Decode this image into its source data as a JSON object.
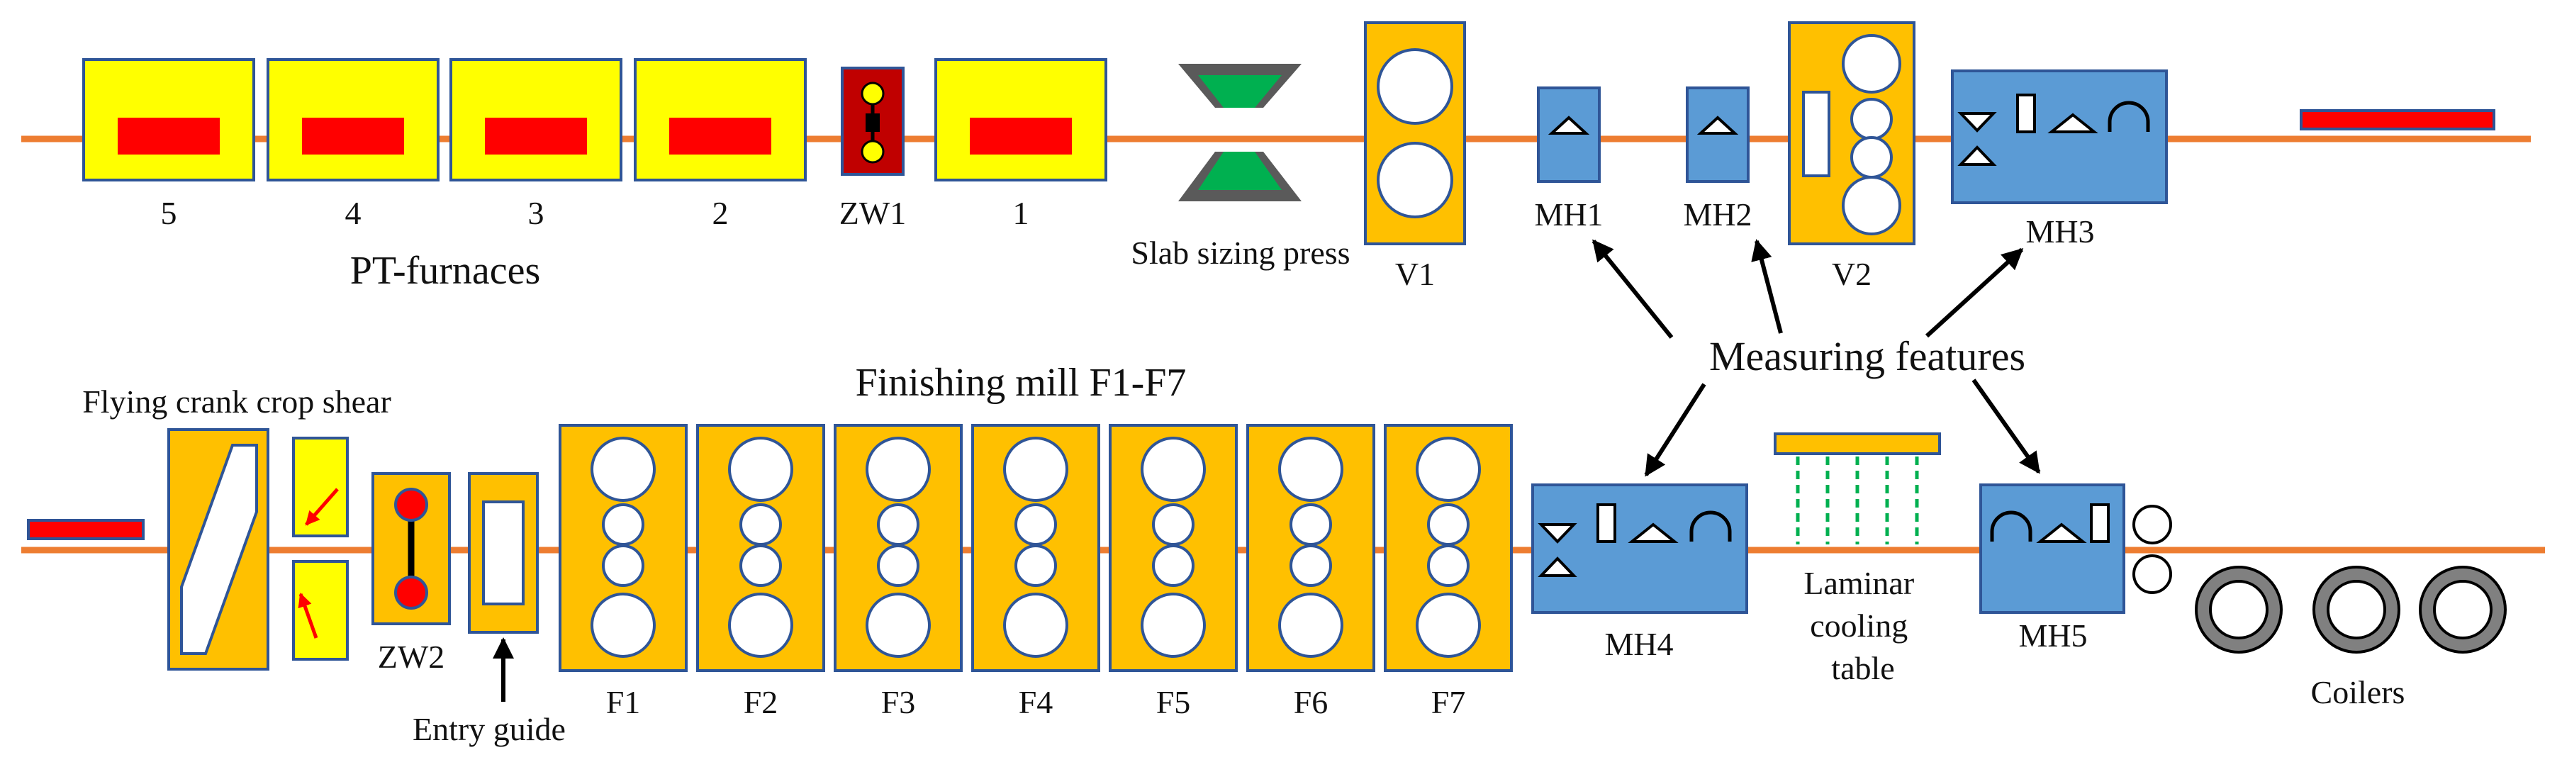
{
  "colors": {
    "line": "#ED7D31",
    "furnace_fill": "#FFFF00",
    "slab": "#FF0000",
    "mill_fill": "#FFC000",
    "measure_fill": "#5B9BD5",
    "press_fill": "#00B050",
    "press_frame": "#5A5A5A",
    "cooling_water": "#00B050",
    "coiler": "#808080",
    "zw1_fill": "#C00000"
  },
  "top_row": {
    "furnaces": [
      {
        "label": "5"
      },
      {
        "label": "4"
      },
      {
        "label": "3"
      },
      {
        "label": "2"
      },
      {
        "label": "1"
      }
    ],
    "furnace_group_label": "PT-furnaces",
    "zw1_label": "ZW1",
    "press_label": "Slab sizing press",
    "v1_label": "V1",
    "mh1_label": "MH1",
    "mh2_label": "MH2",
    "v2_label": "V2",
    "mh3_label": "MH3"
  },
  "center": {
    "measuring_label": "Measuring features"
  },
  "bottom_row": {
    "shear_label": "Flying crank crop shear",
    "zw2_label": "ZW2",
    "entry_guide_label": "Entry guide",
    "finishing_label": "Finishing mill F1-F7",
    "stands": [
      {
        "label": "F1"
      },
      {
        "label": "F2"
      },
      {
        "label": "F3"
      },
      {
        "label": "F4"
      },
      {
        "label": "F5"
      },
      {
        "label": "F6"
      },
      {
        "label": "F7"
      }
    ],
    "mh4_label": "MH4",
    "cooling_label_lines": [
      "Laminar",
      "cooling",
      "table"
    ],
    "mh5_label": "MH5",
    "coilers_label": "Coilers"
  }
}
